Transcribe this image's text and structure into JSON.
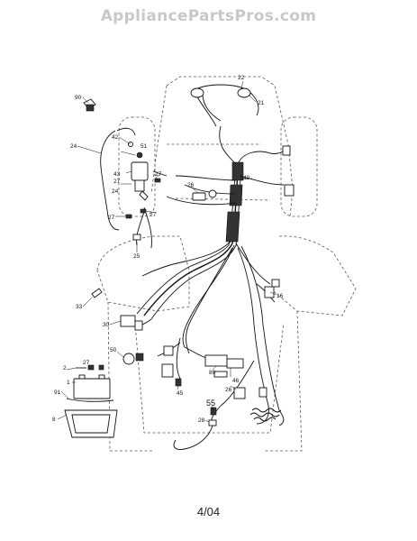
{
  "header": {
    "watermark": "AppliancePartsPros.com"
  },
  "footer": {
    "date_code": "4/04"
  },
  "callouts": {
    "c1": "1",
    "c8": "8",
    "c16": "16",
    "c21": "21",
    "c22": "22",
    "c24": "24",
    "c25": "25",
    "c26": "26",
    "c27a": "27",
    "c27b": "27",
    "c27c": "27",
    "c27d": "27",
    "c27e": "27",
    "c28": "28",
    "c30": "30",
    "c33": "33",
    "c40": "40",
    "c42": "42",
    "c43": "43",
    "c45": "45",
    "c46": "46",
    "c50": "50",
    "c51": "51",
    "c55": "55",
    "c89": "89",
    "c90": "90",
    "c91": "91",
    "c24b": "24"
  }
}
